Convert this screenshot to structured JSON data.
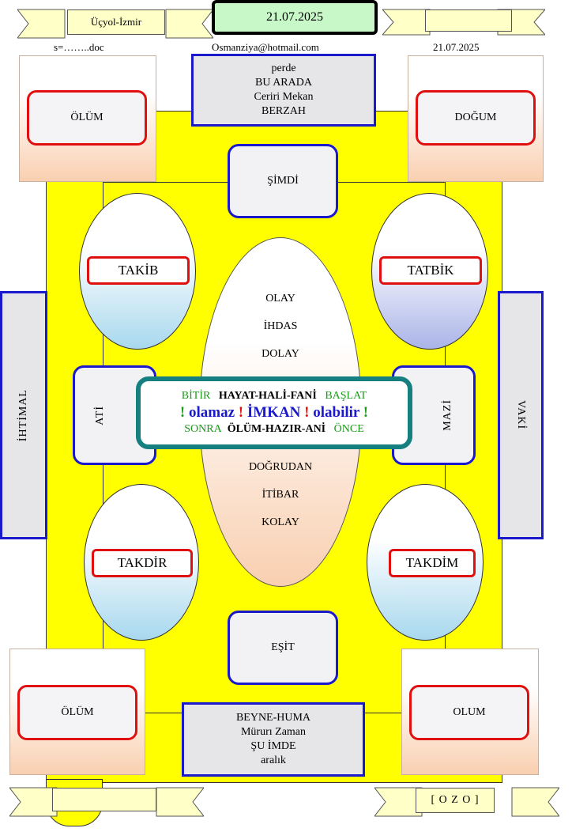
{
  "header": {
    "left_label": "Üçyol-İzmir",
    "date_box": "21.07.2025",
    "filename": "s=……..doc",
    "email": "Osmanziya@hotmail.com",
    "date_right": "21.07.2025"
  },
  "top_center": {
    "line1": "perde",
    "line2": "BU ARADA",
    "line3": "Ceriri Mekan",
    "line4": "BERZAH"
  },
  "bottom_center": {
    "line1": "BEYNE-HUMA",
    "line2": "Mürurı Zaman",
    "line3": "ŞU İMDE",
    "line4": "aralık"
  },
  "corners": {
    "top_left": "ÖLÜM",
    "top_right": "DOĞUM",
    "bottom_left": "ÖLÜM",
    "bottom_right": "OLUM"
  },
  "side": {
    "left": "İHTİMAL",
    "right": "VAKİ"
  },
  "boxes": {
    "top": "ŞİMDİ",
    "bottom": "EŞİT",
    "left": "ATİ",
    "right": "MAZİ"
  },
  "bubbles": {
    "top_left": "TAKİB",
    "top_right": "TATBİK",
    "bottom_left": "TAKDİR",
    "bottom_right": "TAKDİM"
  },
  "center_ellipse": {
    "top_words": [
      "OLAY",
      "İHDAS",
      "DOLAY"
    ],
    "bottom_words": [
      "DOĞRUDAN",
      "İTİBAR",
      "KOLAY"
    ]
  },
  "center_box": {
    "row1_left": "BİTİR",
    "row1_mid": "HAYAT-HALİ-FANİ",
    "row1_right": "BAŞLAT",
    "row2_excl1": "!",
    "row2_left": "olamaz",
    "row2_excl2": "!",
    "row2_mid": "İMKAN",
    "row2_excl3": "!",
    "row2_right": "olabilir",
    "row2_excl4": "!",
    "row3_left": "SONRA",
    "row3_mid": "ÖLÜM-HAZIR-ANİ",
    "row3_right": "ÖNCE"
  },
  "footer": {
    "right_label": "[ O Z O ]",
    "left_label": ""
  },
  "colors": {
    "yellow": "#ffff00",
    "blue_border": "#1a1acc",
    "red_border": "#e01010",
    "teal_border": "#168080"
  }
}
